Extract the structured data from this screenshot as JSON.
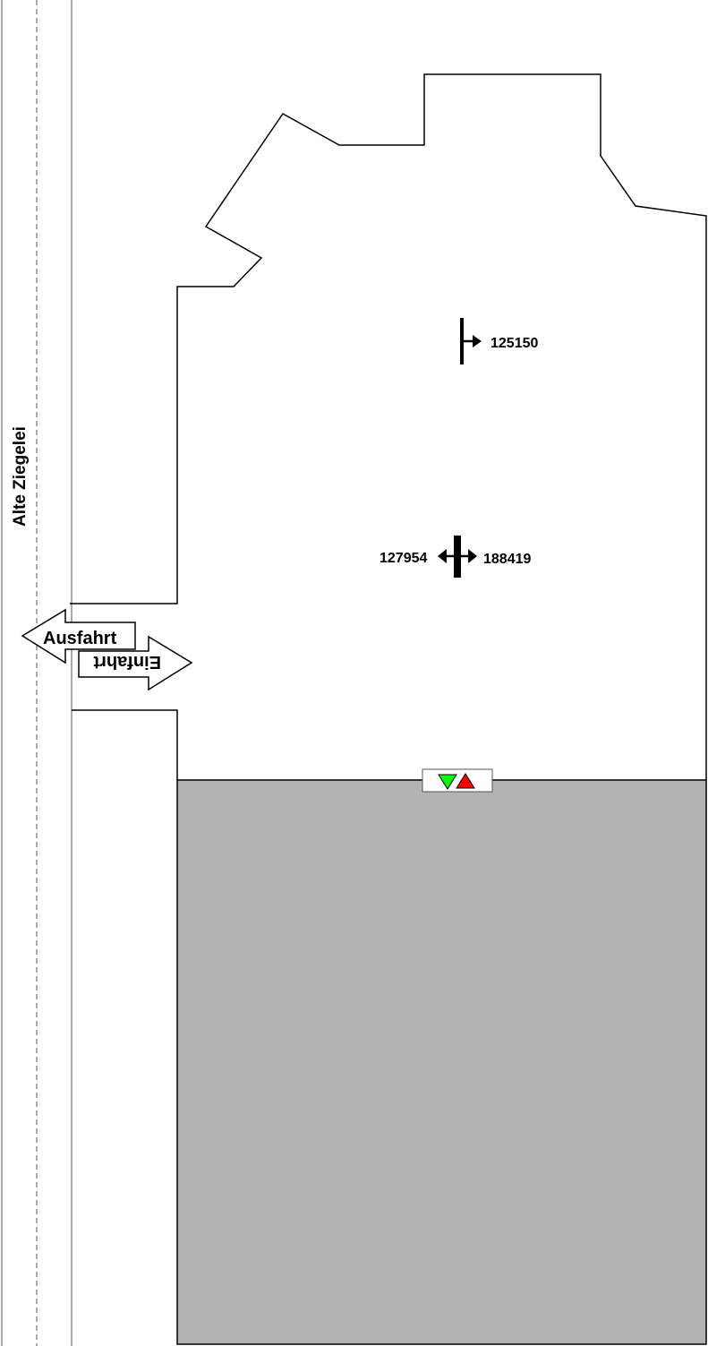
{
  "street": {
    "name": "Alte Ziegelei"
  },
  "gates": {
    "exit_label": "Ausfahrt",
    "entry_label": "Einfahrt"
  },
  "markers": [
    {
      "id": "125150",
      "direction": "right"
    },
    {
      "left_id": "127954",
      "right_id": "188419",
      "direction": "both"
    }
  ],
  "signal": {
    "down_color": "#00ff00",
    "up_color": "#ff0000"
  },
  "colors": {
    "area_fill": "#b3b3b3",
    "line": "#000000"
  }
}
